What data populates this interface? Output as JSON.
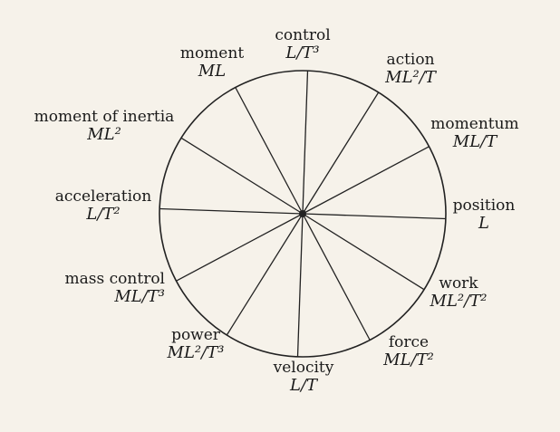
{
  "diagram": {
    "colors": {
      "line": "#222222",
      "paper": "#f6f2ea"
    },
    "quantities": [
      {
        "id": "control",
        "name": "control",
        "dimension": "L/T³"
      },
      {
        "id": "action",
        "name": "action",
        "dimension": "ML²/T"
      },
      {
        "id": "momentum",
        "name": "momentum",
        "dimension": "ML/T"
      },
      {
        "id": "position",
        "name": "position",
        "dimension": "L"
      },
      {
        "id": "work",
        "name": "work",
        "dimension": "ML²/T²"
      },
      {
        "id": "force",
        "name": "force",
        "dimension": "ML/T²"
      },
      {
        "id": "velocity",
        "name": "velocity",
        "dimension": "L/T"
      },
      {
        "id": "power",
        "name": "power",
        "dimension": "ML²/T³"
      },
      {
        "id": "mass-control",
        "name": "mass control",
        "dimension": "ML/T³"
      },
      {
        "id": "acceleration",
        "name": "acceleration",
        "dimension": "L/T²"
      },
      {
        "id": "moment-of-inertia",
        "name": "moment of inertia",
        "dimension": "ML²"
      },
      {
        "id": "moment",
        "name": "moment",
        "dimension": "ML"
      }
    ]
  }
}
